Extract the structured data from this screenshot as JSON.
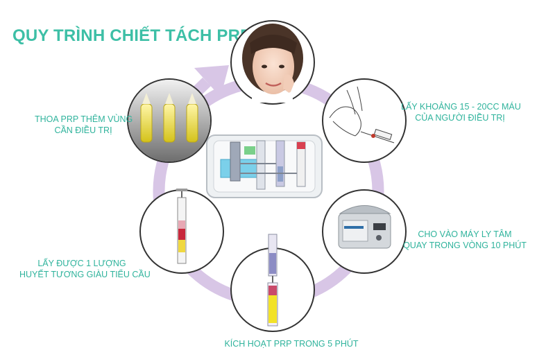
{
  "title": "QUY TRÌNH CHIẾT TÁCH PRP",
  "steps": {
    "apply": [
      "THOA PRP THÊM VÙNG",
      "CẦN ĐIỀU TRỊ"
    ],
    "draw_blood": [
      "LẤY KHOẢNG 15 - 20CC MÁU",
      "CỦA NGƯỜI ĐIỀU TRỊ"
    ],
    "centrifuge": [
      "CHO VÀO MÁY LY TÂM",
      "QUAY TRONG VÒNG 10 PHÚT"
    ],
    "activate": [
      "KÍCH HOẠT PRP TRONG 5 PHÚT"
    ],
    "plasma": [
      "LẤY ĐƯỢC 1 LƯỢNG",
      "HUYẾT TƯƠNG GIÀU TIỂU CẦU"
    ]
  },
  "colors": {
    "accent": "#2fb39c",
    "ring": "#d8c6e6",
    "circle_border": "#333333"
  }
}
